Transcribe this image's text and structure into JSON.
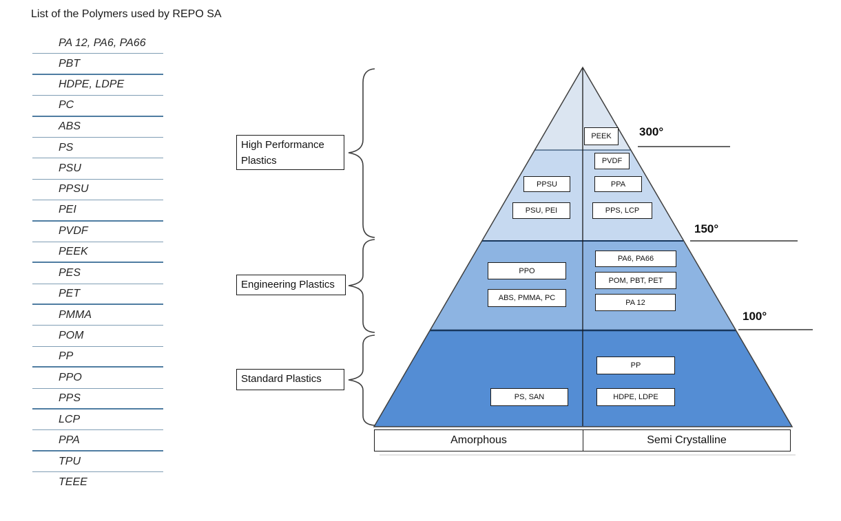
{
  "page": {
    "title": "List of the Polymers used by REPO SA"
  },
  "polymer_list": {
    "items": [
      {
        "label": "PA 12, PA6, PA66",
        "thick_rule": false
      },
      {
        "label": "PBT",
        "thick_rule": true
      },
      {
        "label": "HDPE, LDPE",
        "thick_rule": false
      },
      {
        "label": "PC",
        "thick_rule": true
      },
      {
        "label": "ABS",
        "thick_rule": false
      },
      {
        "label": "PS",
        "thick_rule": false
      },
      {
        "label": "PSU",
        "thick_rule": false
      },
      {
        "label": "PPSU",
        "thick_rule": false
      },
      {
        "label": "PEI",
        "thick_rule": true
      },
      {
        "label": "PVDF",
        "thick_rule": false
      },
      {
        "label": "PEEK",
        "thick_rule": true
      },
      {
        "label": "PES",
        "thick_rule": false
      },
      {
        "label": "PET",
        "thick_rule": true
      },
      {
        "label": "PMMA",
        "thick_rule": false
      },
      {
        "label": "POM",
        "thick_rule": false
      },
      {
        "label": "PP",
        "thick_rule": true
      },
      {
        "label": "PPO",
        "thick_rule": false
      },
      {
        "label": "PPS",
        "thick_rule": true
      },
      {
        "label": "LCP",
        "thick_rule": false
      },
      {
        "label": "PPA",
        "thick_rule": true
      },
      {
        "label": "TPU",
        "thick_rule": false
      },
      {
        "label": "TEEE",
        "thick_rule": false
      }
    ]
  },
  "pyramid": {
    "tiers": [
      {
        "name": "high-performance-top",
        "color": "#dbe5f1"
      },
      {
        "name": "high-performance-bottom",
        "color": "#c6d9f0"
      },
      {
        "name": "engineering",
        "color": "#8db4e2"
      },
      {
        "name": "standard",
        "color": "#548dd4"
      }
    ],
    "groups": [
      {
        "label": "High Performance Plastics"
      },
      {
        "label": "Engineering Plastics"
      },
      {
        "label": "Standard Plastics"
      }
    ],
    "temps": [
      {
        "label": "300°"
      },
      {
        "label": "150°"
      },
      {
        "label": "100°"
      }
    ],
    "chips": [
      {
        "label": "PEEK"
      },
      {
        "label": "PVDF"
      },
      {
        "label": "PPSU"
      },
      {
        "label": "PPA"
      },
      {
        "label": "PSU, PEI"
      },
      {
        "label": "PPS, LCP"
      },
      {
        "label": "PPO"
      },
      {
        "label": "ABS, PMMA, PC"
      },
      {
        "label": "PA6, PA66"
      },
      {
        "label": "POM, PBT, PET"
      },
      {
        "label": "PA 12"
      },
      {
        "label": "PP"
      },
      {
        "label": "PS, SAN"
      },
      {
        "label": "HDPE, LDPE"
      }
    ],
    "base_columns": [
      "Amorphous",
      "Semi Crystalline"
    ],
    "line_colors": {
      "tier_boundary": "#17365d",
      "outline": "#3f3f3f",
      "list_rule_thin": "#7f9db4",
      "list_rule_thick": "#4e7ca1"
    }
  }
}
